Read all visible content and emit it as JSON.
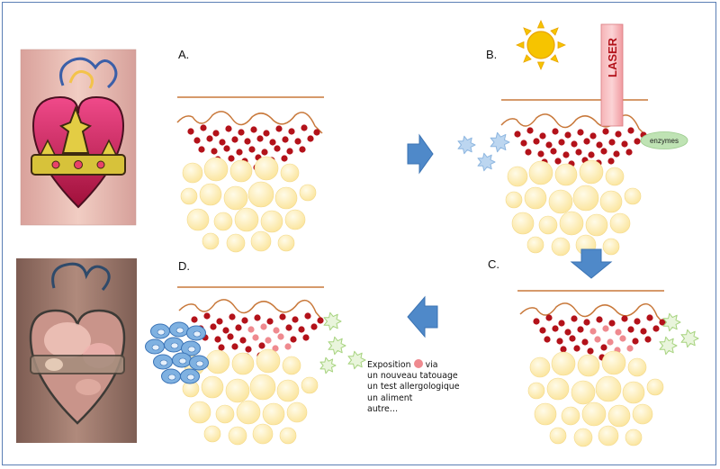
{
  "panels": {
    "a": {
      "label": "A."
    },
    "b": {
      "label": "B.",
      "laser_label": "LASER",
      "enzymes_label": "enzymes"
    },
    "c": {
      "label": "C."
    },
    "d": {
      "label": "D."
    }
  },
  "exposure_note": {
    "title": "Exposition",
    "via": "via",
    "lines": [
      "un nouveau tatouage",
      "un test allergologique",
      "un aliment",
      "autre…"
    ]
  },
  "colors": {
    "frame": "#5b7fb5",
    "skin_line": "#c8783a",
    "pigment": "#b3121a",
    "pigment_light": "#ef8a8f",
    "fat": "#fbe7a6",
    "arrow": "#4f89c9",
    "laser": "#f2a0a4",
    "sun": "#f6c400",
    "enzyme": "#bfe3b4",
    "green_cells": "#a7d37f",
    "blue_cells": "#7fb1e1",
    "blue_light_cells": "#bcd6f0"
  },
  "icons": [
    "sun-icon",
    "laser-beam",
    "tattoo-photo-before",
    "tattoo-photo-after"
  ]
}
